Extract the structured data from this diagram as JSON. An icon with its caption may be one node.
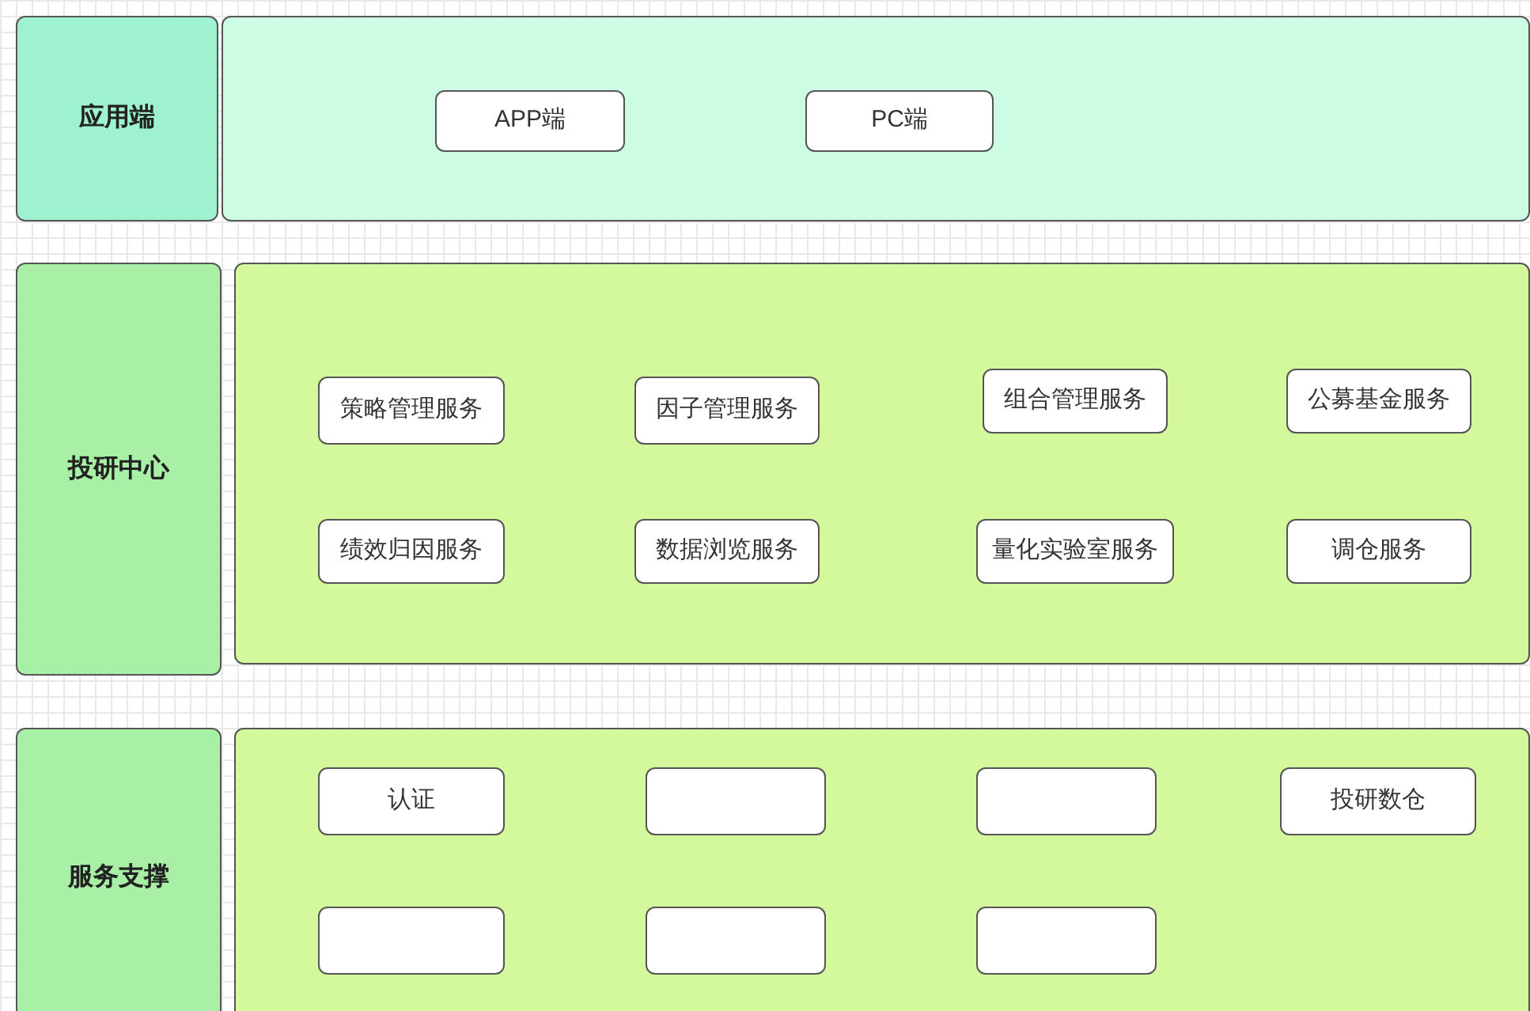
{
  "diagram": {
    "nodes": [
      {
        "text": [
          "应用端"
        ]
      },
      {
        "text": [],
        "shape": "box"
      },
      {
        "text": [
          "APP端"
        ],
        "in": 1
      },
      {
        "text": [
          "PC端"
        ],
        "in": 1
      },
      {
        "text": [
          "投研中心"
        ]
      },
      {
        "text": [],
        "shape": "box"
      },
      {
        "text": [
          "策略管理服务"
        ],
        "in": 5
      },
      {
        "text": [
          "因子管理服务"
        ],
        "in": 5
      },
      {
        "text": [
          "组合管理服务"
        ],
        "in": 5
      },
      {
        "text": [
          "公募基金服务"
        ],
        "in": 5
      },
      {
        "text": [
          "绩效归因服务"
        ],
        "in": 5
      },
      {
        "text": [
          "数据浏览服务"
        ],
        "in": 5
      },
      {
        "text": [
          "量化实验室服务"
        ],
        "in": 5
      },
      {
        "text": [
          "调仓服务"
        ],
        "in": 5
      },
      {
        "text": [
          "服务支撑"
        ]
      },
      {
        "text": [],
        "shape": "box"
      },
      {
        "text": [
          "认证"
        ],
        "in": 15
      },
      {
        "text": [],
        "shape": "box",
        "in": 15
      },
      {
        "text": [],
        "shape": "box",
        "in": 15
      },
      {
        "text": [
          "投研数仓"
        ],
        "in": 15
      },
      {
        "text": [],
        "shape": "box",
        "in": 15
      },
      {
        "text": [],
        "shape": "box",
        "in": 15
      },
      {
        "text": [],
        "shape": "box",
        "in": 15
      }
    ]
  }
}
